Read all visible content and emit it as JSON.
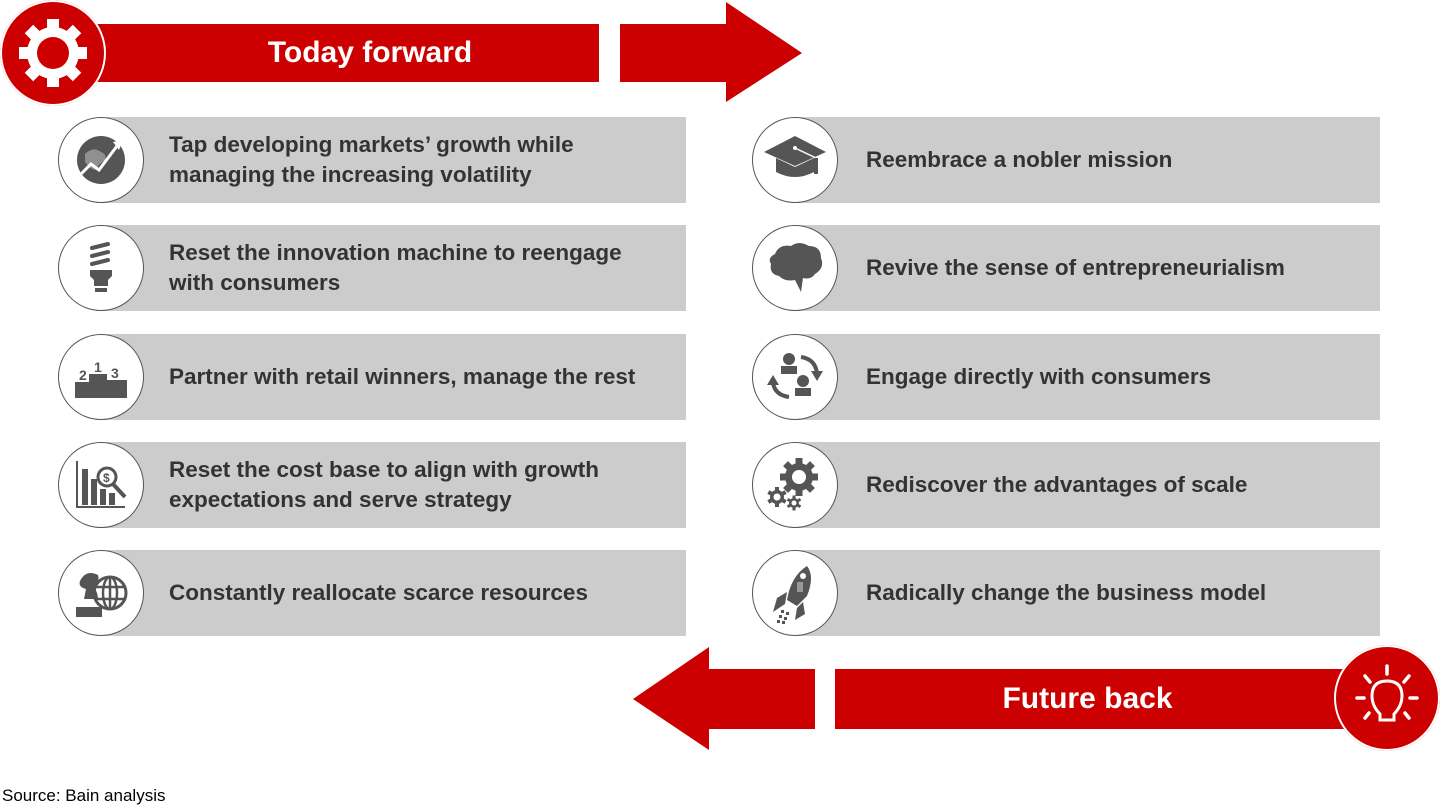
{
  "colors": {
    "accent_red": "#cc0000",
    "card_gray": "#cccccc",
    "text_dark": "#333333",
    "icon_gray": "#555555"
  },
  "top_arrow": {
    "label": "Today forward",
    "icon": "gear-icon",
    "direction": "right"
  },
  "bottom_arrow": {
    "label": "Future back",
    "icon": "lightbulb-icon",
    "direction": "left"
  },
  "left_column": {
    "items": [
      {
        "label": "Tap developing markets’ growth while\nmanaging the increasing volatility",
        "icon": "globe-growth-icon"
      },
      {
        "label": "Reset the innovation machine to reengage\nwith consumers",
        "icon": "cfl-bulb-icon"
      },
      {
        "label": "Partner with retail winners, manage the rest",
        "icon": "podium-icon"
      },
      {
        "label": "Reset the cost base to align with growth\nexpectations and serve strategy",
        "icon": "cost-analysis-icon"
      },
      {
        "label": "Constantly reallocate scarce resources",
        "icon": "chess-globe-icon"
      }
    ]
  },
  "right_column": {
    "items": [
      {
        "label": "Reembrace a nobler mission",
        "icon": "graduation-cap-icon"
      },
      {
        "label": "Revive the sense of entrepreneurialism",
        "icon": "speech-bubble-icon"
      },
      {
        "label": "Engage directly with consumers",
        "icon": "people-cycle-icon"
      },
      {
        "label": "Rediscover the advantages of scale",
        "icon": "gears-icon"
      },
      {
        "label": "Radically change the business model",
        "icon": "rocket-icon"
      }
    ]
  },
  "footer": {
    "source": "Source: Bain analysis"
  }
}
